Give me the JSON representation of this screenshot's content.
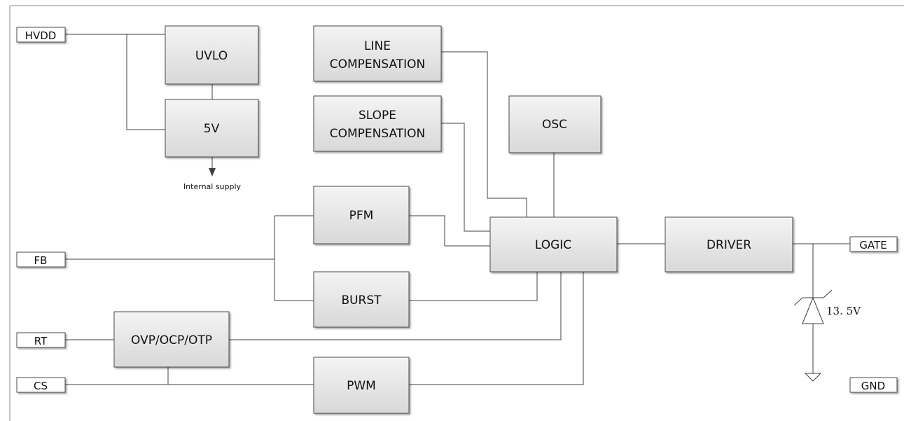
{
  "pins": {
    "hvdd": "HVDD",
    "fb": "FB",
    "rt": "RT",
    "cs": "CS",
    "gate": "GATE",
    "gnd": "GND"
  },
  "blocks": {
    "uvlo": "UVLO",
    "v5": "5V",
    "line_comp": [
      "LINE",
      "COMPENSATION"
    ],
    "slope_comp": [
      "SLOPE",
      "COMPENSATION"
    ],
    "osc": "OSC",
    "pfm": "PFM",
    "burst": "BURST",
    "logic": "LOGIC",
    "driver": "DRIVER",
    "protect": "OVP/OCP/OTP",
    "pwm": "PWM"
  },
  "annotations": {
    "internal_supply": "Internal supply",
    "zener_voltage": "13. 5V"
  },
  "colors": {
    "block_fill_top": "#f2f2f2",
    "block_fill_bottom": "#d9d9d9",
    "stroke": "#4a4a4a"
  }
}
